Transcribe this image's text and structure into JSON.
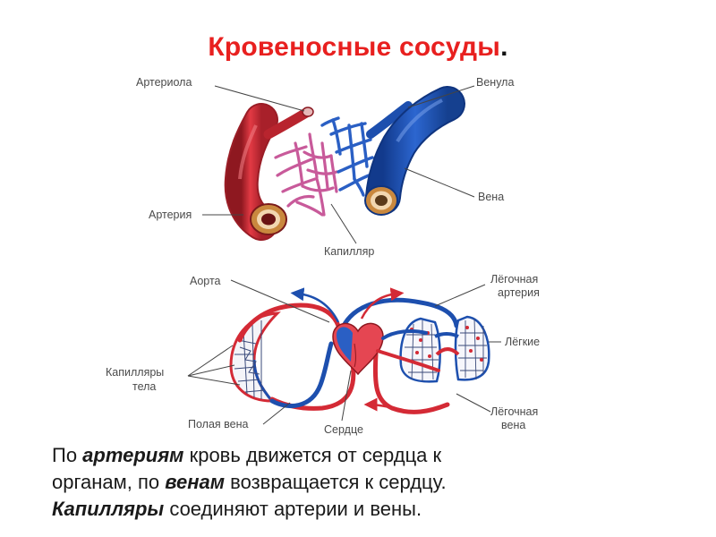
{
  "title": {
    "text": "Кровеносные сосуды",
    "suffix": "."
  },
  "top_diagram": {
    "labels": {
      "arteriole": "Артериола",
      "venule": "Венула",
      "artery": "Артерия",
      "vein": "Вена",
      "capillary": "Капилляр"
    }
  },
  "bottom_diagram": {
    "labels": {
      "aorta": "Аорта",
      "pulmonary_artery_1": "Лёгочная",
      "pulmonary_artery_2": "артерия",
      "lungs": "Лёгкие",
      "body_capillaries_1": "Капилляры",
      "body_capillaries_2": "тела",
      "vena_cava": "Полая вена",
      "heart": "Сердце",
      "pulmonary_vein_1": "Лёгочная",
      "pulmonary_vein_2": "вена"
    }
  },
  "caption": {
    "l1_a": "По ",
    "l1_b": "артериям",
    "l1_c": " кровь движется от сердца к",
    "l2_a": "органам, по ",
    "l2_b": "венам",
    "l2_c": " возвращается к сердцу.",
    "l3_a": "Капилляры",
    "l3_b": " соединяют артерии и вены."
  },
  "colors": {
    "arterial": "#d42a35",
    "venous": "#1d4fae",
    "capillary_pink": "#c85a9a",
    "title_red": "#e8201f"
  }
}
